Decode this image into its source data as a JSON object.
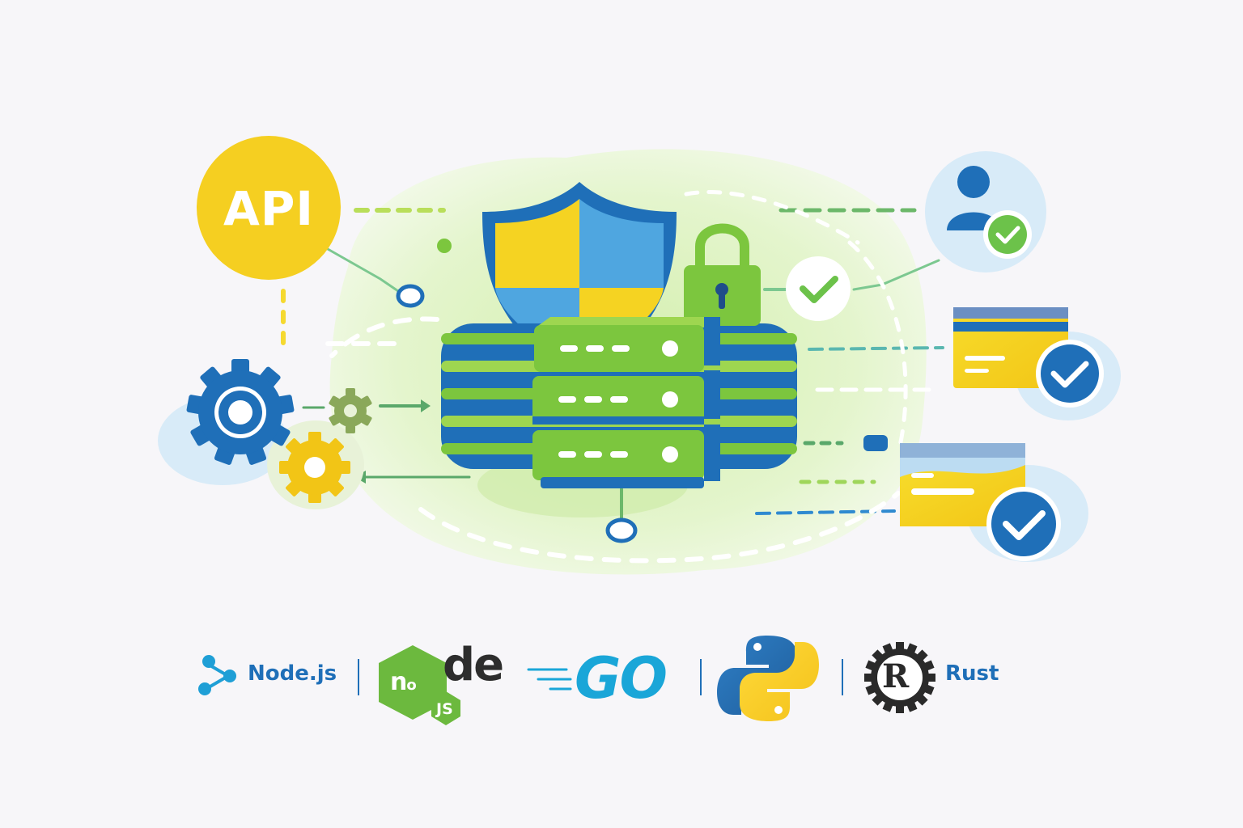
{
  "api_badge": {
    "label": "API"
  },
  "technologies": [
    {
      "name": "Node.js",
      "icon": "share-nodes-icon"
    },
    {
      "name": "node",
      "badge": "JS",
      "icon": "nodejs-hexagon-logo"
    },
    {
      "name": "GO",
      "icon": "go-logo"
    },
    {
      "name": "Python",
      "icon": "python-logo"
    },
    {
      "name": "Rust",
      "badge": "R",
      "icon": "rust-gear-logo"
    }
  ],
  "colors": {
    "background": "#f7f6f9",
    "green": "#7cc63e",
    "blue": "#1f6fb8",
    "yellow": "#f5cf21",
    "light_blue": "#d8ebf8",
    "light_green": "#e4f5c8"
  }
}
